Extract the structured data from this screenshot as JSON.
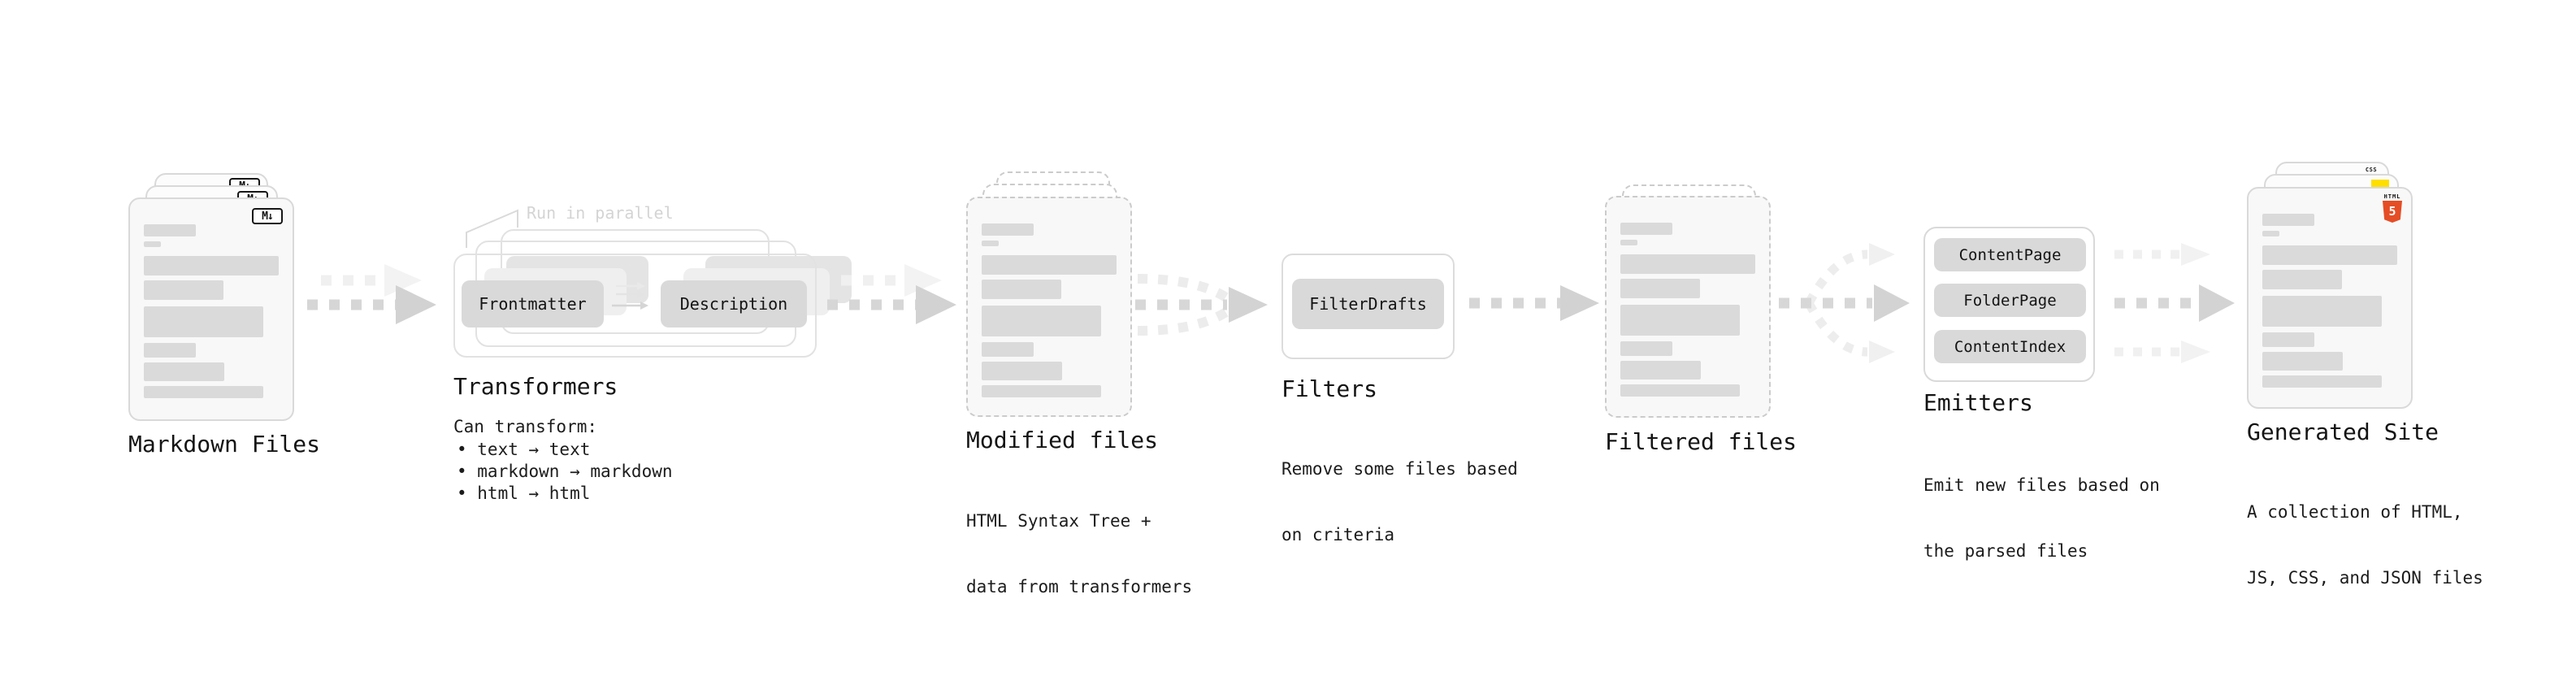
{
  "nodes": {
    "markdown_files": {
      "label": "Markdown Files",
      "icon_text": "M↓"
    },
    "transformers": {
      "label": "Transformers",
      "note": "Run in parallel",
      "buttons": [
        "Frontmatter",
        "Description"
      ],
      "desc_title": "Can transform:",
      "bullets": [
        "• text → text",
        "• markdown → markdown",
        "• html → html"
      ]
    },
    "modified_files": {
      "label": "Modified files",
      "desc": [
        "HTML Syntax Tree +",
        "data from transformers"
      ]
    },
    "filters": {
      "label": "Filters",
      "buttons": [
        "FilterDrafts"
      ],
      "desc": [
        "Remove some files based",
        "on criteria"
      ]
    },
    "filtered_files": {
      "label": "Filtered files"
    },
    "emitters": {
      "label": "Emitters",
      "buttons": [
        "ContentPage",
        "FolderPage",
        "ContentIndex"
      ],
      "desc": [
        "Emit new files based on",
        "the parsed files"
      ]
    },
    "generated_site": {
      "label": "Generated Site",
      "desc": [
        "A collection of HTML,",
        "JS, CSS, and JSON files"
      ],
      "icons": {
        "html5_top": "HTML",
        "html5_num": "5",
        "css": "CSS"
      }
    }
  },
  "colors": {
    "background": "#ffffff",
    "card_border": "#d9d9d9",
    "card_bg": "#f8f8f8",
    "content_bar": "#dadada",
    "button_bg": "#d9d9d9",
    "outline_border": "#e2e2e2",
    "arrow": "#d6d6d6",
    "arrow_ghost": "#f0f0f0",
    "note_text": "#d4d4d4",
    "text": "#161616",
    "html5_orange": "#e44d26",
    "js_yellow": "#ffdf00",
    "css_blue": "#2b5cff"
  }
}
